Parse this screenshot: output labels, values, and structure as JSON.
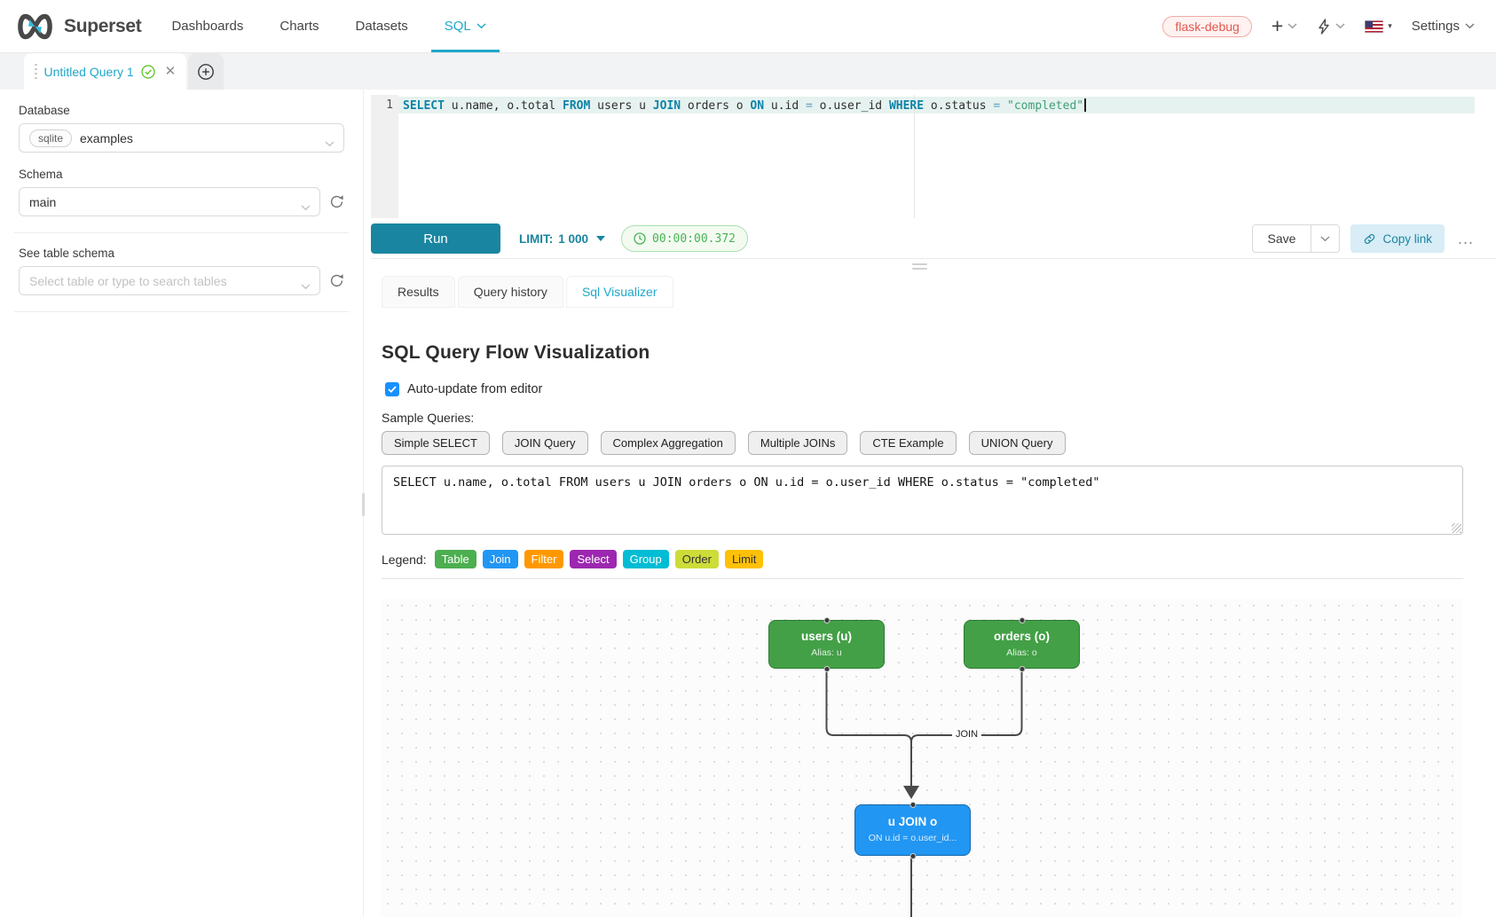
{
  "navbar": {
    "brand": "Superset",
    "items": [
      {
        "label": "Dashboards",
        "active": false
      },
      {
        "label": "Charts",
        "active": false
      },
      {
        "label": "Datasets",
        "active": false
      },
      {
        "label": "SQL",
        "active": true
      }
    ],
    "environment_tag": "flask-debug",
    "settings_label": "Settings",
    "accent_color": "#20a7c9"
  },
  "query_tabs": {
    "active_tab_label": "Untitled Query 1"
  },
  "sidebar": {
    "database_label": "Database",
    "database_engine": "sqlite",
    "database_value": "examples",
    "schema_label": "Schema",
    "schema_value": "main",
    "table_label": "See table schema",
    "table_placeholder": "Select table or type to search tables"
  },
  "editor": {
    "line_number": "1",
    "tokens": [
      {
        "t": "SELECT",
        "c": "kw"
      },
      {
        "t": " u.name, o.total ",
        "c": "pl"
      },
      {
        "t": "FROM",
        "c": "kw"
      },
      {
        "t": " users u ",
        "c": "pl"
      },
      {
        "t": "JOIN",
        "c": "kw"
      },
      {
        "t": " orders o ",
        "c": "pl"
      },
      {
        "t": "ON",
        "c": "kw"
      },
      {
        "t": " u.id ",
        "c": "pl"
      },
      {
        "t": "=",
        "c": "op"
      },
      {
        "t": " o.user_id ",
        "c": "pl"
      },
      {
        "t": "WHERE",
        "c": "kw"
      },
      {
        "t": " o.status ",
        "c": "pl"
      },
      {
        "t": "=",
        "c": "op"
      },
      {
        "t": " ",
        "c": "pl"
      },
      {
        "t": "\"completed\"",
        "c": "str"
      }
    ]
  },
  "toolbar": {
    "run_label": "Run",
    "limit_label": "LIMIT:",
    "limit_value": "1 000",
    "timer_value": "00:00:00.372",
    "save_label": "Save",
    "copy_link_label": "Copy link",
    "more_label": "…"
  },
  "result_tabs": [
    {
      "label": "Results",
      "active": false
    },
    {
      "label": "Query history",
      "active": false
    },
    {
      "label": "Sql Visualizer",
      "active": true
    }
  ],
  "visualizer": {
    "title": "SQL Query Flow Visualization",
    "auto_update_label": "Auto-update from editor",
    "auto_update_checked": true,
    "sample_queries_label": "Sample Queries:",
    "sample_queries": [
      "Simple SELECT",
      "JOIN Query",
      "Complex Aggregation",
      "Multiple JOINs",
      "CTE Example",
      "UNION Query"
    ],
    "sql_text": "SELECT u.name, o.total FROM users u JOIN orders o ON u.id = o.user_id WHERE o.status = \"completed\"",
    "legend_label": "Legend:",
    "legend": [
      {
        "label": "Table",
        "color": "#4caf50",
        "text_color": "#ffffff"
      },
      {
        "label": "Join",
        "color": "#2196f3",
        "text_color": "#ffffff"
      },
      {
        "label": "Filter",
        "color": "#ff9800",
        "text_color": "#ffffff"
      },
      {
        "label": "Select",
        "color": "#9c27b0",
        "text_color": "#ffffff"
      },
      {
        "label": "Group",
        "color": "#00bcd4",
        "text_color": "#ffffff"
      },
      {
        "label": "Order",
        "color": "#cddc39",
        "text_color": "#333333"
      },
      {
        "label": "Limit",
        "color": "#ffc107",
        "text_color": "#333333"
      }
    ],
    "flow": {
      "edge_label": "JOIN",
      "nodes": [
        {
          "id": "users",
          "title": "users (u)",
          "subtitle": "Alias: u",
          "color": "#43a047",
          "border_color": "#2d7a32"
        },
        {
          "id": "orders",
          "title": "orders (o)",
          "subtitle": "Alias: o",
          "color": "#43a047",
          "border_color": "#2d7a32"
        },
        {
          "id": "join",
          "title": "u JOIN o",
          "subtitle": "ON u.id = o.user_id...",
          "color": "#2196f3",
          "border_color": "#1769aa"
        }
      ]
    }
  }
}
